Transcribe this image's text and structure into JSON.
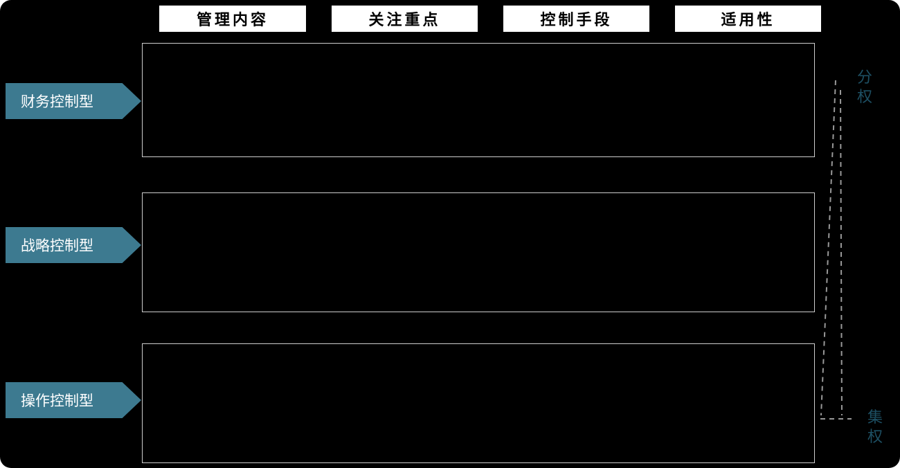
{
  "header": {
    "columns": [
      {
        "label": "管理内容"
      },
      {
        "label": "关注重点"
      },
      {
        "label": "控制手段"
      },
      {
        "label": "适用性"
      }
    ]
  },
  "rows": [
    {
      "label": "财务控制型"
    },
    {
      "label": "战略控制型"
    },
    {
      "label": "操作控制型"
    }
  ],
  "axis": {
    "top_label": "分权",
    "bottom_label": "集权"
  },
  "colors": {
    "background": "#000000",
    "header_box_bg": "#ffffff",
    "header_box_text": "#000000",
    "row_arrow_bg": "#3d7a90",
    "row_arrow_text": "#ffffff",
    "content_box_border": "#cfcfcf",
    "content_box_bg": "#000000",
    "dash_line": "#999999",
    "axis_label_text": "#1d4f63"
  }
}
